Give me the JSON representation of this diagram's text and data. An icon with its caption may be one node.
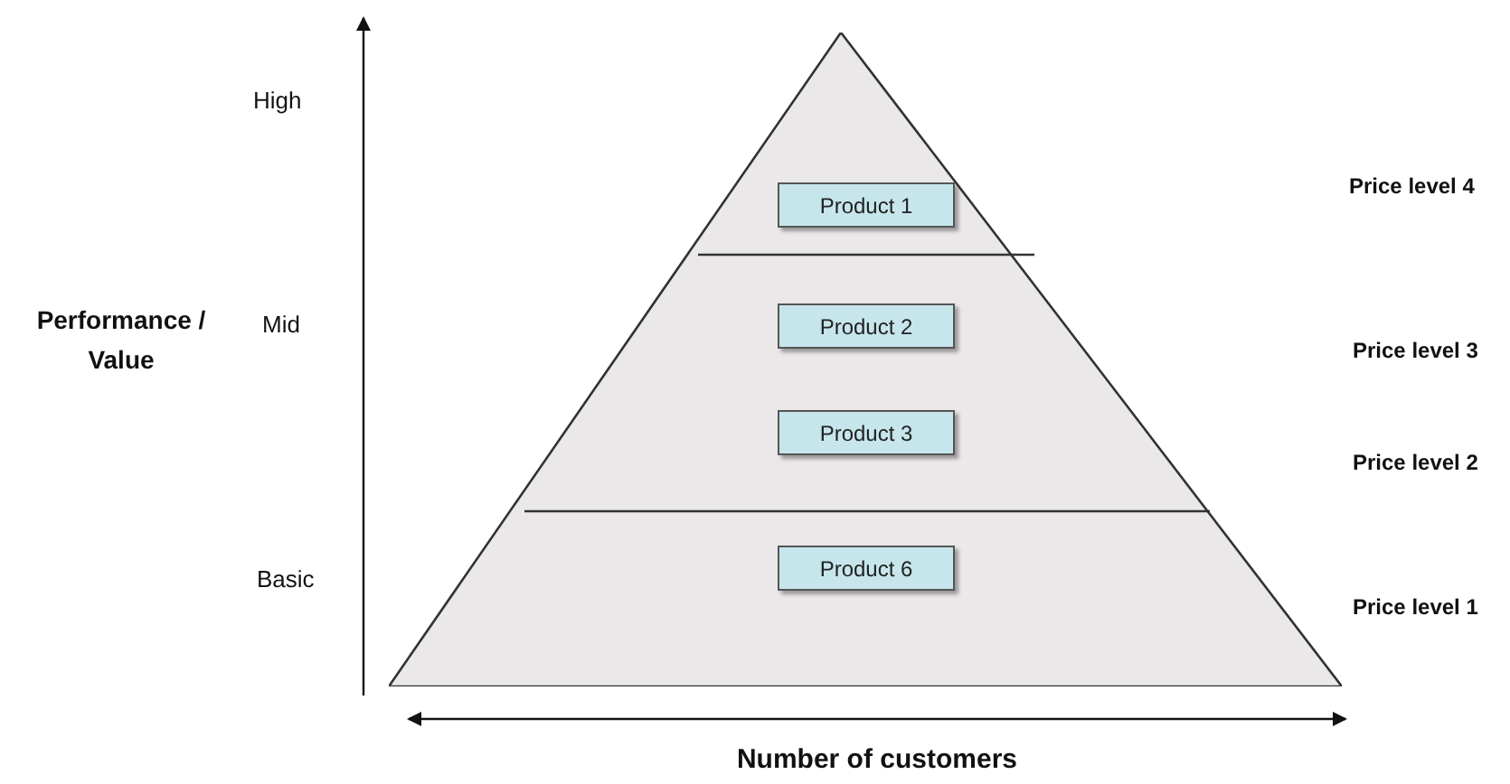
{
  "diagram": {
    "nodes": [
      {
        "text": [],
        "shape": "triangle"
      },
      {
        "text": [
          "Product 1"
        ],
        "in": 0
      },
      {
        "text": [
          "Product 2"
        ],
        "in": 0
      },
      {
        "text": [
          "Product 3"
        ],
        "in": 0
      },
      {
        "text": [
          "Product 6"
        ],
        "in": 0
      }
    ],
    "edges": [],
    "labels": [
      "High",
      "Price level 4",
      "Performance / Value",
      "Mid",
      "Price level 3",
      "Price level 2",
      "Basic",
      "Price level 1",
      "Number of customers"
    ]
  }
}
